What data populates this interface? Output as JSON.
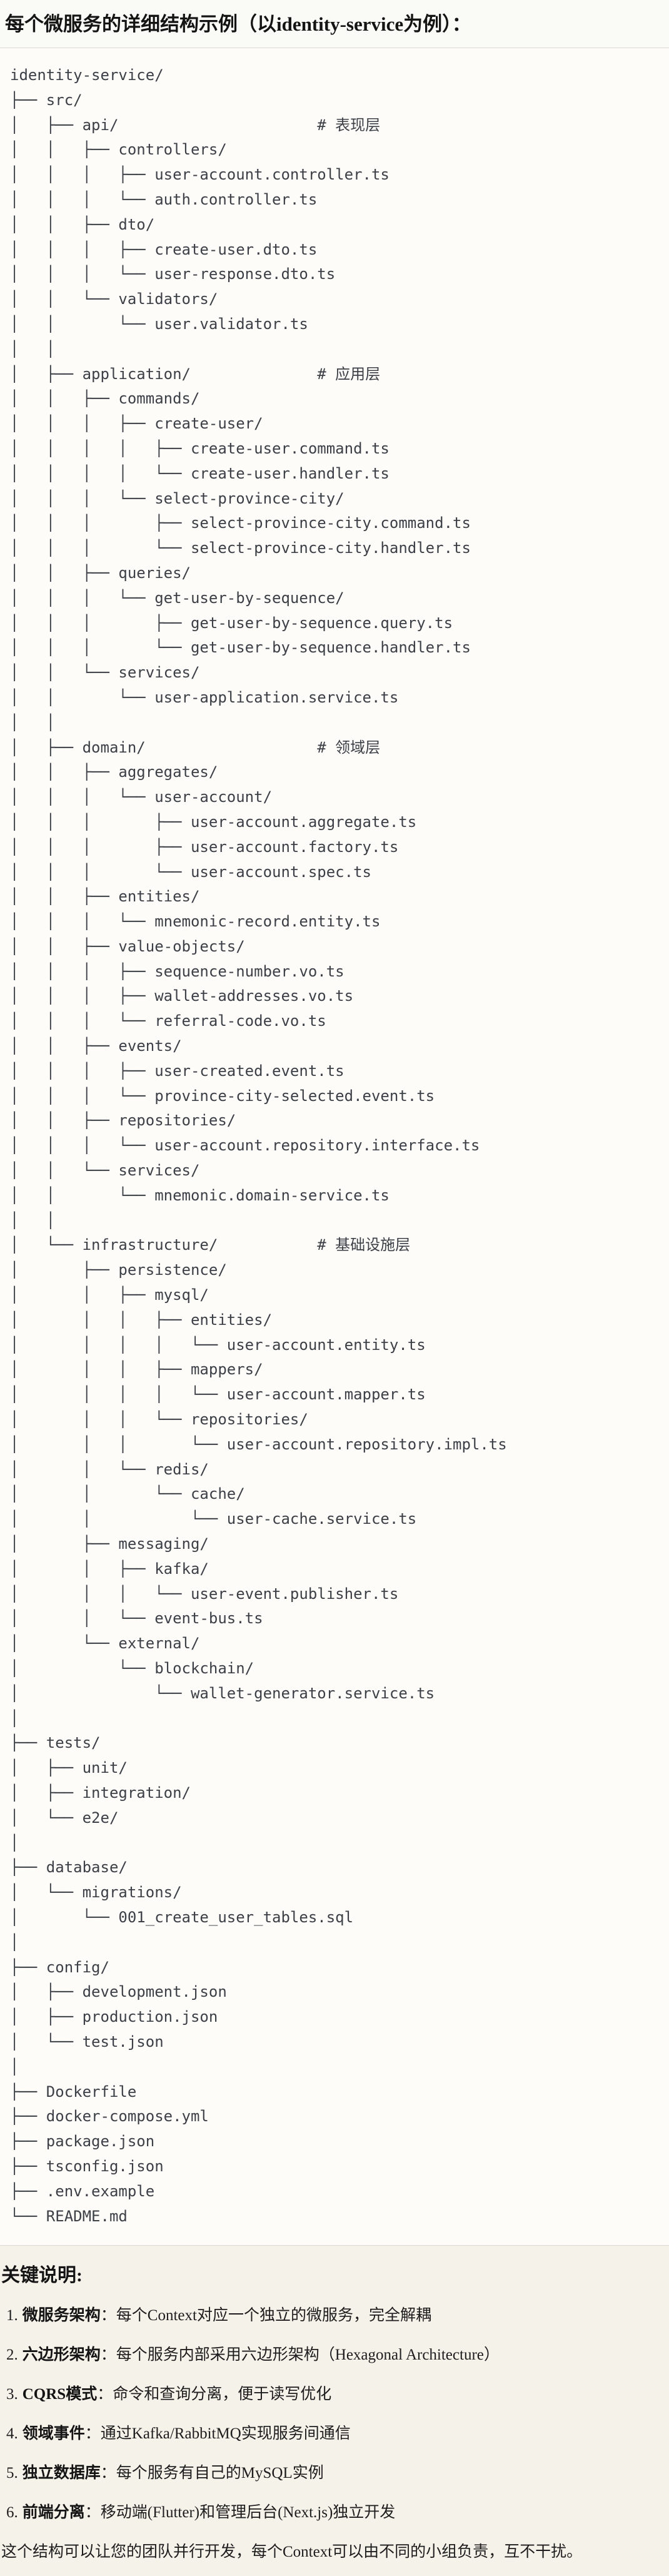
{
  "colors": {
    "page_bg": "#f5f2ea",
    "header_bg": "#fafaf6",
    "code_bg": "#fdfcf9",
    "border": "#dbd9d1",
    "code_text": "#3c4046",
    "title_text": "#141414"
  },
  "header": {
    "title": "每个微服务的详细结构示例（以identity-service为例）："
  },
  "tree": {
    "lines": [
      "identity-service/",
      "├── src/",
      "│   ├── api/                      # 表现层",
      "│   │   ├── controllers/",
      "│   │   │   ├── user-account.controller.ts",
      "│   │   │   └── auth.controller.ts",
      "│   │   ├── dto/",
      "│   │   │   ├── create-user.dto.ts",
      "│   │   │   └── user-response.dto.ts",
      "│   │   └── validators/",
      "│   │       └── user.validator.ts",
      "│   │",
      "│   ├── application/              # 应用层",
      "│   │   ├── commands/",
      "│   │   │   ├── create-user/",
      "│   │   │   │   ├── create-user.command.ts",
      "│   │   │   │   └── create-user.handler.ts",
      "│   │   │   └── select-province-city/",
      "│   │   │       ├── select-province-city.command.ts",
      "│   │   │       └── select-province-city.handler.ts",
      "│   │   ├── queries/",
      "│   │   │   └── get-user-by-sequence/",
      "│   │   │       ├── get-user-by-sequence.query.ts",
      "│   │   │       └── get-user-by-sequence.handler.ts",
      "│   │   └── services/",
      "│   │       └── user-application.service.ts",
      "│   │",
      "│   ├── domain/                   # 领域层",
      "│   │   ├── aggregates/",
      "│   │   │   └── user-account/",
      "│   │   │       ├── user-account.aggregate.ts",
      "│   │   │       ├── user-account.factory.ts",
      "│   │   │       └── user-account.spec.ts",
      "│   │   ├── entities/",
      "│   │   │   └── mnemonic-record.entity.ts",
      "│   │   ├── value-objects/",
      "│   │   │   ├── sequence-number.vo.ts",
      "│   │   │   ├── wallet-addresses.vo.ts",
      "│   │   │   └── referral-code.vo.ts",
      "│   │   ├── events/",
      "│   │   │   ├── user-created.event.ts",
      "│   │   │   └── province-city-selected.event.ts",
      "│   │   ├── repositories/",
      "│   │   │   └── user-account.repository.interface.ts",
      "│   │   └── services/",
      "│   │       └── mnemonic.domain-service.ts",
      "│   │",
      "│   └── infrastructure/           # 基础设施层",
      "│       ├── persistence/",
      "│       │   ├── mysql/",
      "│       │   │   ├── entities/",
      "│       │   │   │   └── user-account.entity.ts",
      "│       │   │   ├── mappers/",
      "│       │   │   │   └── user-account.mapper.ts",
      "│       │   │   └── repositories/",
      "│       │   │       └── user-account.repository.impl.ts",
      "│       │   └── redis/",
      "│       │       └── cache/",
      "│       │           └── user-cache.service.ts",
      "│       ├── messaging/",
      "│       │   ├── kafka/",
      "│       │   │   └── user-event.publisher.ts",
      "│       │   └── event-bus.ts",
      "│       └── external/",
      "│           └── blockchain/",
      "│               └── wallet-generator.service.ts",
      "│",
      "├── tests/",
      "│   ├── unit/",
      "│   ├── integration/",
      "│   └── e2e/",
      "│",
      "├── database/",
      "│   └── migrations/",
      "│       └── 001_create_user_tables.sql",
      "│",
      "├── config/",
      "│   ├── development.json",
      "│   ├── production.json",
      "│   └── test.json",
      "│",
      "├── Dockerfile",
      "├── docker-compose.yml",
      "├── package.json",
      "├── tsconfig.json",
      "├── .env.example",
      "└── README.md"
    ]
  },
  "notes": {
    "heading": "关键说明:",
    "items": [
      {
        "num": "1.",
        "term": "微服务架构",
        "sep": "：",
        "desc": "每个Context对应一个独立的微服务，完全解耦"
      },
      {
        "num": "2.",
        "term": "六边形架构",
        "sep": "：",
        "desc": "每个服务内部采用六边形架构（Hexagonal Architecture）"
      },
      {
        "num": "3.",
        "term": "CQRS模式",
        "sep": "：",
        "desc": "命令和查询分离，便于读写优化"
      },
      {
        "num": "4.",
        "term": "领域事件",
        "sep": "：",
        "desc": "通过Kafka/RabbitMQ实现服务间通信"
      },
      {
        "num": "5.",
        "term": "独立数据库",
        "sep": "：",
        "desc": "每个服务有自己的MySQL实例"
      },
      {
        "num": "6.",
        "term": "前端分离",
        "sep": "：",
        "desc": "移动端(Flutter)和管理后台(Next.js)独立开发"
      }
    ],
    "closing": "这个结构可以让您的团队并行开发，每个Context可以由不同的小组负责，互不干扰。"
  }
}
